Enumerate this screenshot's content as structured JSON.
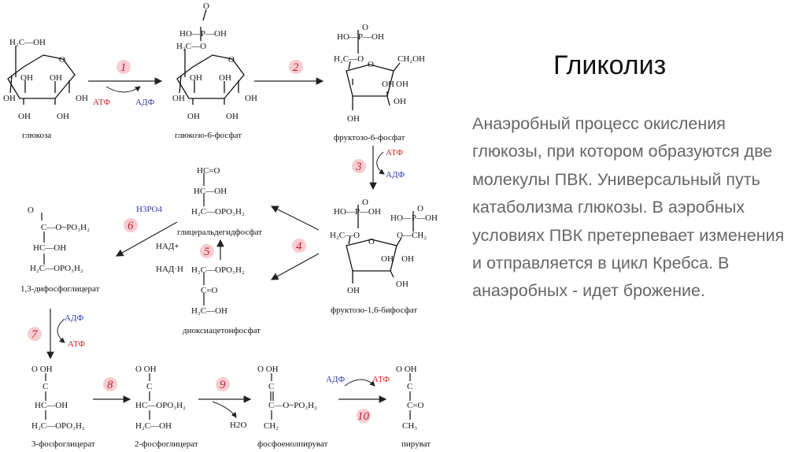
{
  "slide": {
    "title": "Гликолиз",
    "description": "Анаэробный процесс окисления глюкозы, при котором образуются две молекулы ПВК. Универсальный путь катаболизма глюкозы. В аэробных условиях ПВК претерпевает изменения и отправляется в цикл Кребса. В анаэробных - идет брожение."
  },
  "compounds": {
    "glucose": "глюкоза",
    "g6p": "глюкозо-6-фосфат",
    "f6p": "фруктозо-6-фосфат",
    "f16bp": "фруктозо-1,6-бифосфат",
    "gap": "глицеральдегидфосфат",
    "dhap": "диоксиацетонфосфат",
    "bpg13": "1,3-дифосфоглицерат",
    "pg3": "3-фосфоглицерат",
    "pg2": "2-фосфоглицерат",
    "pep": "фосфоенолпируват",
    "pyruvate": "пируват"
  },
  "cofactors": {
    "atp": "АТФ",
    "adp": "АДФ",
    "h3po4": "H3PO4",
    "nad": "НАД+",
    "nadh": "НАД·Н",
    "water": "H2O"
  },
  "steps": [
    "1",
    "2",
    "3",
    "4",
    "5",
    "6",
    "7",
    "8",
    "9",
    "10"
  ],
  "colors": {
    "red": "#d0242a",
    "blue": "#2e3ba8",
    "step_circle": "#f6cdd0",
    "step_num": "#c41e3a"
  }
}
